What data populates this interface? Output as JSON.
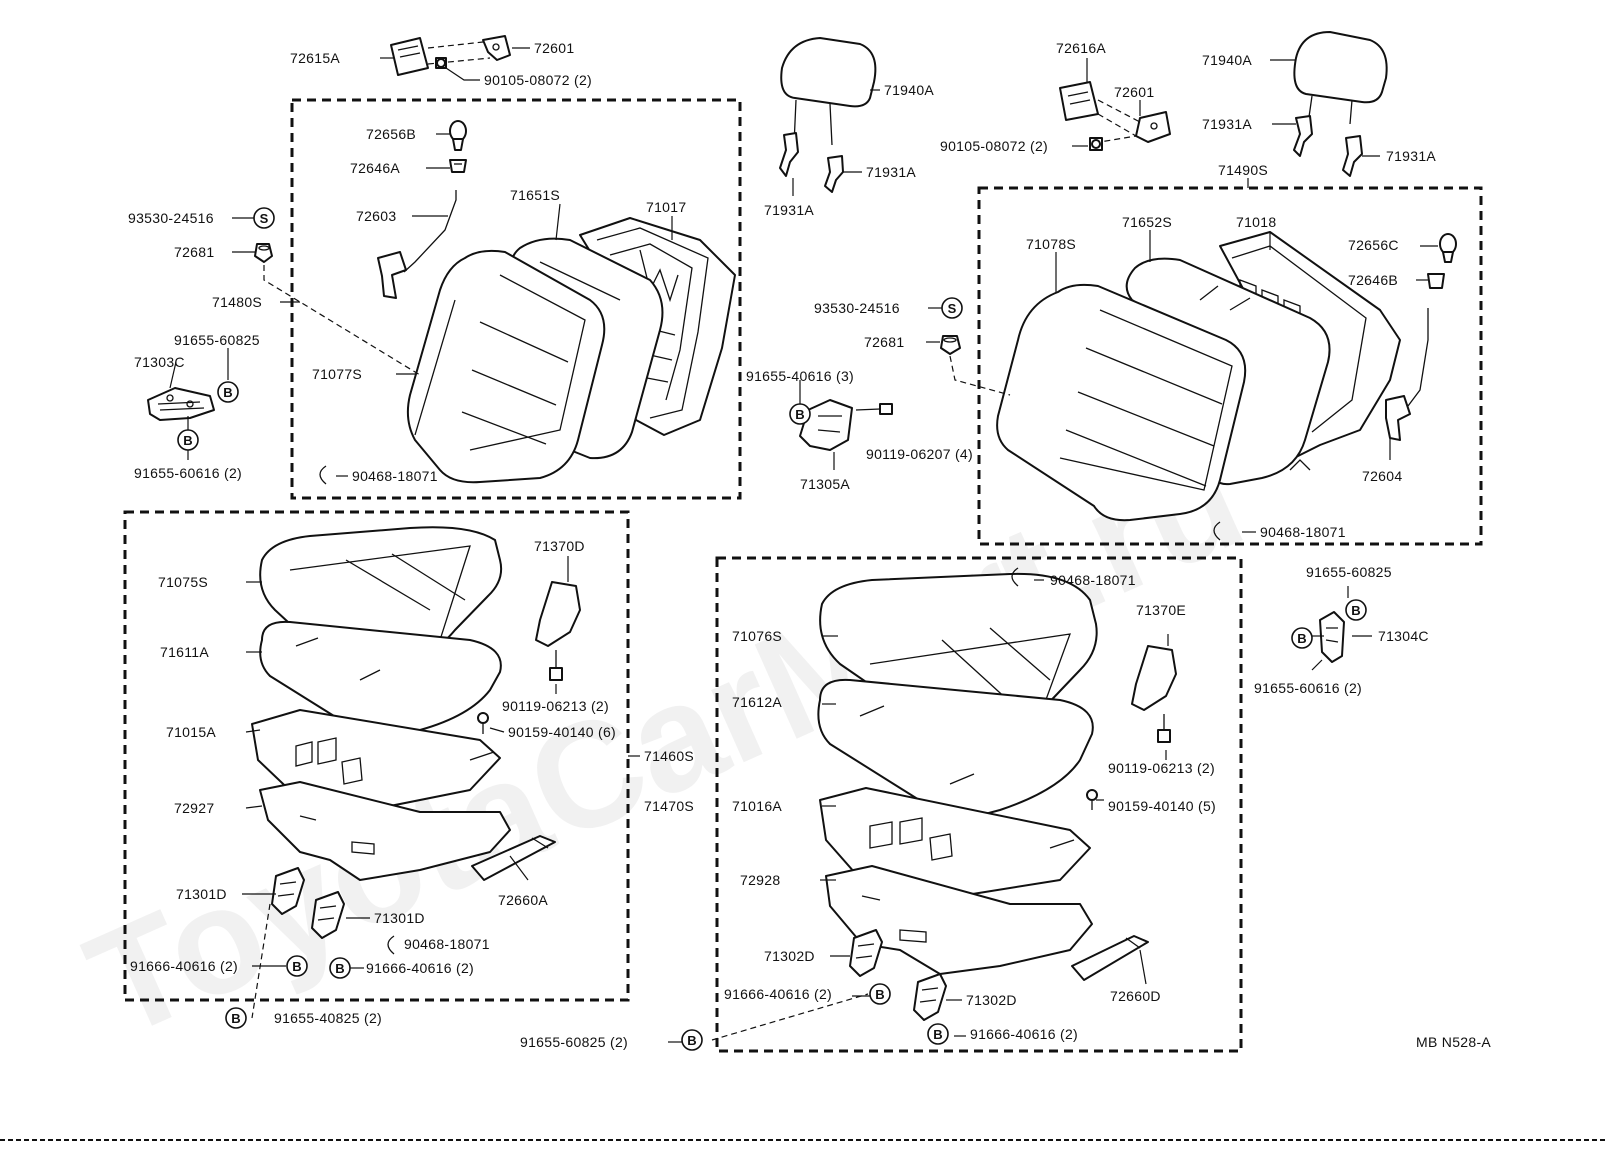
{
  "watermark": "ToyotaCarMart.ru",
  "diagram_code": "MB N528-A",
  "symbols": {
    "s": "S",
    "b": "B"
  },
  "labels": {
    "l72615A": "72615A",
    "l72601a": "72601",
    "l90105a": "90105-08072 (2)",
    "l72656B": "72656B",
    "l72646A": "72646A",
    "l72603": "72603",
    "l71651S": "71651S",
    "l71017": "71017",
    "l93530a": "93530-24516",
    "l72681a": "72681",
    "l71480S": "71480S",
    "l91655_60825a": "91655-60825",
    "l71303C": "71303C",
    "l71077S": "71077S",
    "l91655_60616a": "91655-60616 (2)",
    "l90468a": "90468-18071",
    "l71940Aa": "71940A",
    "l71931Aa": "71931A",
    "l71931Ab": "71931A",
    "l72616A": "72616A",
    "l72601b": "72601",
    "l90105b": "90105-08072 (2)",
    "l71940Ab": "71940A",
    "l71931Ac": "71931A",
    "l71931Ad": "71931A",
    "l71490S": "71490S",
    "l71652S": "71652S",
    "l71018": "71018",
    "l71078S": "71078S",
    "l72656C": "72656C",
    "l72646B": "72646B",
    "l93530b": "93530-24516",
    "l72681b": "72681",
    "l91655_40616": "91655-40616 (3)",
    "l90119_06207": "90119-06207 (4)",
    "l71305A": "71305A",
    "l72604": "72604",
    "l90468b": "90468-18071",
    "l91655_60825b": "91655-60825",
    "l71304C": "71304C",
    "l91655_60616b": "91655-60616 (2)",
    "l71075S": "71075S",
    "l71370D": "71370D",
    "l71611A": "71611A",
    "l90119_06213a": "90119-06213 (2)",
    "l71015A": "71015A",
    "l90159a": "90159-40140 (6)",
    "l71460S": "71460S",
    "l72927": "72927",
    "l72660A": "72660A",
    "l71301Da": "71301D",
    "l71301Db": "71301D",
    "l90468c": "90468-18071",
    "l91666a": "91666-40616 (2)",
    "l91666b": "91666-40616 (2)",
    "l91655_40825": "91655-40825 (2)",
    "l90468d": "90468-18071",
    "l71370E": "71370E",
    "l71076S": "71076S",
    "l71612A": "71612A",
    "l90119_06213b": "90119-06213 (2)",
    "l71470S": "71470S",
    "l71016A": "71016A",
    "l90159b": "90159-40140 (5)",
    "l72928": "72928",
    "l71302Da": "71302D",
    "l91666c": "91666-40616 (2)",
    "l71302Db": "71302D",
    "l72660D": "72660D",
    "l91655_60825c": "91655-60825 (2)",
    "l91666d": "91666-40616 (2)"
  }
}
